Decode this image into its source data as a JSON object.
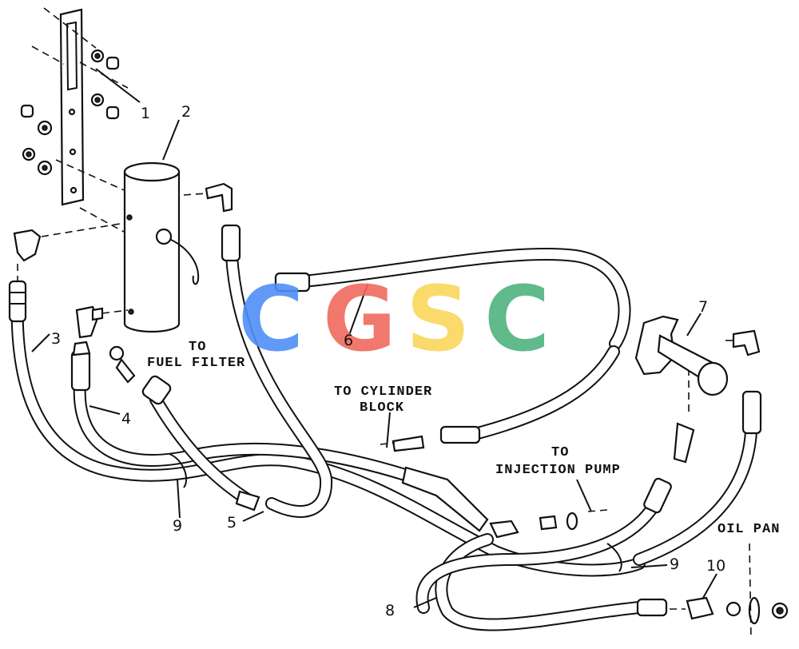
{
  "callouts": {
    "c1": "1",
    "c2": "2",
    "c3": "3",
    "c4": "4",
    "c5": "5",
    "c6": "6",
    "c7": "7",
    "c8": "8",
    "c9a": "9",
    "c9b": "9",
    "c10": "10"
  },
  "labels": {
    "fuel_filter_1": "TO",
    "fuel_filter_2": "FUEL FILTER",
    "cylinder_block_1": "TO CYLINDER",
    "cylinder_block_2": "BLOCK",
    "injection_pump_1": "TO",
    "injection_pump_2": "INJECTION PUMP",
    "oil_pan": "OIL PAN"
  },
  "watermark": {
    "letters": [
      "C",
      "G",
      "S",
      "C"
    ],
    "colors": [
      "#4f8ef7",
      "#f06a5e",
      "#f9d65c",
      "#4fb37f"
    ]
  }
}
